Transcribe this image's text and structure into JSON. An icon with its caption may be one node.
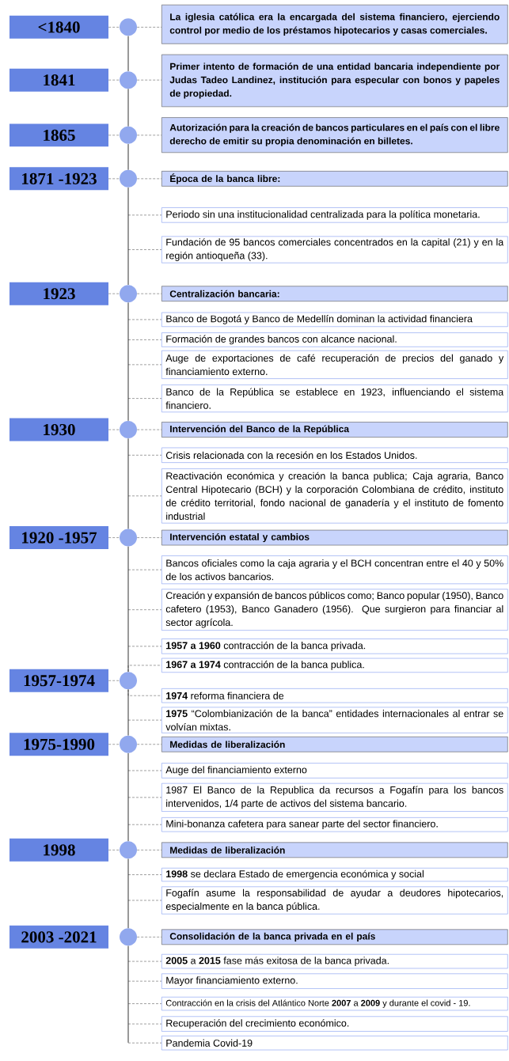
{
  "diagram": {
    "nodes": [
      {
        "text": [
          "<1840"
        ]
      },
      {
        "text": [],
        "shape": "circle"
      },
      {
        "text": [
          "La iglesia católica era la encargada del sistema financiero, ejerciendo control por medio de los préstamos hipotecarios y casas comerciales."
        ]
      },
      {
        "text": [
          "1841"
        ]
      },
      {
        "text": [],
        "shape": "circle"
      },
      {
        "text": [
          "Primer intento de formación de una entidad bancaria independiente por Judas Tadeo Landinez, institución para especular con bonos y papeles de propiedad."
        ]
      },
      {
        "text": [
          "1865"
        ]
      },
      {
        "text": [],
        "shape": "circle"
      },
      {
        "text": [
          "Autorización para la creación de bancos particulares en el país con el libre derecho de emitir su propia denominación en billetes."
        ]
      },
      {
        "text": [
          "1871 -1923"
        ]
      },
      {
        "text": [],
        "shape": "circle"
      },
      {
        "text": [
          "Época de la banca libre:"
        ]
      },
      {
        "text": [
          "Periodo sin una institucionalidad centralizada para la política monetaria."
        ]
      },
      {
        "text": [
          "Fundación de 95 bancos comerciales concentrados en la capital (21) y en la región antioqueña (33)."
        ]
      },
      {
        "text": [
          "1923"
        ]
      },
      {
        "text": [],
        "shape": "circle"
      },
      {
        "text": [
          "Centralización bancaria:"
        ]
      },
      {
        "text": [
          "Banco de Bogotá y Banco de Medellín dominan la actividad financiera"
        ]
      },
      {
        "text": [
          "Formación de grandes bancos con alcance nacional."
        ]
      },
      {
        "text": [
          "Auge de exportaciones de café recuperación de precios del ganado y financiamiento externo."
        ]
      },
      {
        "text": [
          "Banco de la República se establece en 1923, influenciando el sistema financiero."
        ]
      },
      {
        "text": [
          "1930"
        ]
      },
      {
        "text": [],
        "shape": "circle"
      },
      {
        "text": [
          "Intervención del Banco de la República"
        ]
      },
      {
        "text": [
          "Crisis relacionada con la recesión en los Estados Unidos."
        ]
      },
      {
        "text": [
          "Reactivación económica y creación la banca publica; Caja agraria, Banco Central Hipotecario (BCH) y la corporación Colombiana de crédito, instituto de crédito territorial, fondo nacional de ganadería y el instituto de fomento industrial"
        ]
      },
      {
        "text": [
          "1920 -1957"
        ]
      },
      {
        "text": [],
        "shape": "circle"
      },
      {
        "text": [
          "Intervención estatal y cambios"
        ]
      },
      {
        "text": [
          "Bancos oficiales como la caja agraria y el BCH concentran entre el 40 y 50% de los activos bancarios."
        ]
      },
      {
        "text": [
          "Creación y expansión de bancos públicos como; Banco popular (1950), Banco cafetero (1953), Banco Ganadero (1956). Que surgieron para financiar al sector agrícola."
        ]
      },
      {
        "text": [
          "**1957 a 1960** contracción de la banca privada."
        ]
      },
      {
        "text": [
          "**1967 a 1974** contracción de la banca publica."
        ]
      },
      {
        "text": [
          "1957-1974"
        ]
      },
      {
        "text": [],
        "shape": "circle"
      },
      {
        "text": [
          "**1974** reforma financiera de"
        ]
      },
      {
        "text": [
          "**1975** “Colombianización de la banca” entidades internacionales al entrar se volvían mixtas."
        ]
      },
      {
        "text": [
          "1975-1990"
        ]
      },
      {
        "text": [],
        "shape": "circle"
      },
      {
        "text": [
          "Medidas de liberalización"
        ]
      },
      {
        "text": [
          "Auge del financiamiento externo"
        ]
      },
      {
        "text": [
          "1987 El Banco de la Republica da recursos a Fogafín para los bancos intervenidos, 1/4 parte de activos del sistema bancario."
        ]
      },
      {
        "text": [
          "Mini-bonanza cafetera para sanear parte del sector financiero."
        ]
      },
      {
        "text": [
          "1998"
        ]
      },
      {
        "text": [],
        "shape": "circle"
      },
      {
        "text": [
          "Medidas de liberalización"
        ]
      },
      {
        "text": [
          "**1998** se declara Estado de emergencia económica y social"
        ]
      },
      {
        "text": [
          "Fogafín asume la responsabilidad de ayudar a deudores hipotecarios, especialmente en la banca pública."
        ]
      },
      {
        "text": [
          "2003 -2021"
        ]
      },
      {
        "text": [],
        "shape": "circle"
      },
      {
        "text": [
          "Consolidación de la banca privada en el país"
        ]
      },
      {
        "text": [
          "**2005** a **2015** fase más exitosa de la banca privada."
        ]
      },
      {
        "text": [
          "Mayor financiamiento externo."
        ]
      },
      {
        "text": [
          "Contracción en la crisis del Atlántico Norte **2007** a **2009** y durante el covid - 19."
        ]
      },
      {
        "text": [
          "Recuperación del crecimiento económico."
        ]
      },
      {
        "text": [
          "Pandemia Covid-19"
        ]
      }
    ],
    "edges": [
      {
        "from": 0,
        "to": 1,
        "arrow": "none",
        "style": "dashed"
      },
      {
        "from": 1,
        "to": 2,
        "arrow": "none",
        "style": "dashed"
      },
      {
        "from": 3,
        "to": 4,
        "arrow": "none",
        "style": "dashed"
      },
      {
        "from": 4,
        "to": 5,
        "arrow": "none",
        "style": "dashed"
      },
      {
        "from": 6,
        "to": 7,
        "arrow": "none",
        "style": "dashed"
      },
      {
        "from": 7,
        "to": 8,
        "arrow": "none",
        "style": "dashed"
      },
      {
        "from": 9,
        "to": 10,
        "arrow": "none",
        "style": "dashed"
      },
      {
        "from": 10,
        "to": 11,
        "arrow": "none",
        "style": "dashed"
      },
      {
        "from": null,
        "to": 12,
        "arrow": "none",
        "style": "dashed"
      },
      {
        "from": null,
        "to": 13,
        "arrow": "none",
        "style": "dashed"
      },
      {
        "from": 14,
        "to": 15,
        "arrow": "none",
        "style": "dashed"
      },
      {
        "from": 15,
        "to": 16,
        "arrow": "none",
        "style": "dashed"
      },
      {
        "from": null,
        "to": 17,
        "arrow": "none",
        "style": "dashed"
      },
      {
        "from": null,
        "to": 18,
        "arrow": "none",
        "style": "dashed"
      },
      {
        "from": null,
        "to": 19,
        "arrow": "none",
        "style": "dashed"
      },
      {
        "from": null,
        "to": 20,
        "arrow": "none",
        "style": "dashed"
      },
      {
        "from": 21,
        "to": 22,
        "arrow": "none",
        "style": "dashed"
      },
      {
        "from": 22,
        "to": 23,
        "arrow": "none",
        "style": "dashed"
      },
      {
        "from": null,
        "to": 24,
        "arrow": "none",
        "style": "dashed"
      },
      {
        "from": null,
        "to": 25,
        "arrow": "none",
        "style": "dashed"
      },
      {
        "from": 26,
        "to": 27,
        "arrow": "none",
        "style": "dashed"
      },
      {
        "from": 27,
        "to": 28,
        "arrow": "none",
        "style": "dashed"
      },
      {
        "from": null,
        "to": 29,
        "arrow": "none",
        "style": "dashed"
      },
      {
        "from": null,
        "to": 30,
        "arrow": "none",
        "style": "dashed"
      },
      {
        "from": null,
        "to": 31,
        "arrow": "none",
        "style": "dashed"
      },
      {
        "from": 34,
        "to": 32,
        "arrow": "none",
        "style": "dashed"
      },
      {
        "from": 33,
        "to": 34,
        "arrow": "none",
        "style": "dashed"
      },
      {
        "from": 34,
        "to": 35,
        "arrow": "none",
        "style": "dashed"
      },
      {
        "from": null,
        "to": 36,
        "arrow": "none",
        "style": "dashed"
      },
      {
        "from": 37,
        "to": 38,
        "arrow": "none",
        "style": "dashed"
      },
      {
        "from": 38,
        "to": 39,
        "arrow": "none",
        "style": "dashed"
      },
      {
        "from": null,
        "to": 40,
        "arrow": "none",
        "style": "dashed"
      },
      {
        "from": null,
        "to": 41,
        "arrow": "none",
        "style": "dashed"
      },
      {
        "from": null,
        "to": 42,
        "arrow": "none",
        "style": "dashed"
      },
      {
        "from": 43,
        "to": 44,
        "arrow": "none",
        "style": "dashed"
      },
      {
        "from": 44,
        "to": 45,
        "arrow": "none",
        "style": "dashed"
      },
      {
        "from": null,
        "to": 46,
        "arrow": "none",
        "style": "dashed"
      },
      {
        "from": null,
        "to": 47,
        "arrow": "none",
        "style": "dashed"
      },
      {
        "from": 49,
        "to": 50,
        "arrow": "none",
        "style": "dashed"
      },
      {
        "from": null,
        "to": 51,
        "arrow": "none",
        "style": "dashed"
      },
      {
        "from": 49,
        "to": null,
        "arrow": "none"
      },
      {
        "from": null,
        "to": 52,
        "arrow": "none",
        "style": "dashed"
      },
      {
        "from": null,
        "to": 53,
        "arrow": "none",
        "style": "dashed"
      },
      {
        "from": null,
        "to": 54,
        "arrow": "none",
        "style": "dashed"
      },
      {
        "from": null,
        "to": 55,
        "arrow": "none",
        "style": "dashed"
      },
      {
        "from": 1,
        "to": 4,
        "arrow": "none"
      },
      {
        "from": 4,
        "to": 7,
        "arrow": "none"
      },
      {
        "from": 7,
        "to": 10,
        "arrow": "none"
      },
      {
        "from": 10,
        "to": 15,
        "arrow": "none"
      },
      {
        "from": 15,
        "to": 22,
        "arrow": "none"
      },
      {
        "from": 22,
        "to": 27,
        "arrow": "none"
      },
      {
        "from": 27,
        "to": 34,
        "arrow": "none"
      },
      {
        "from": 34,
        "to": 38,
        "arrow": "none"
      },
      {
        "from": 38,
        "to": 44,
        "arrow": "none"
      },
      {
        "from": 44,
        "to": 49,
        "arrow": "none"
      }
    ]
  }
}
